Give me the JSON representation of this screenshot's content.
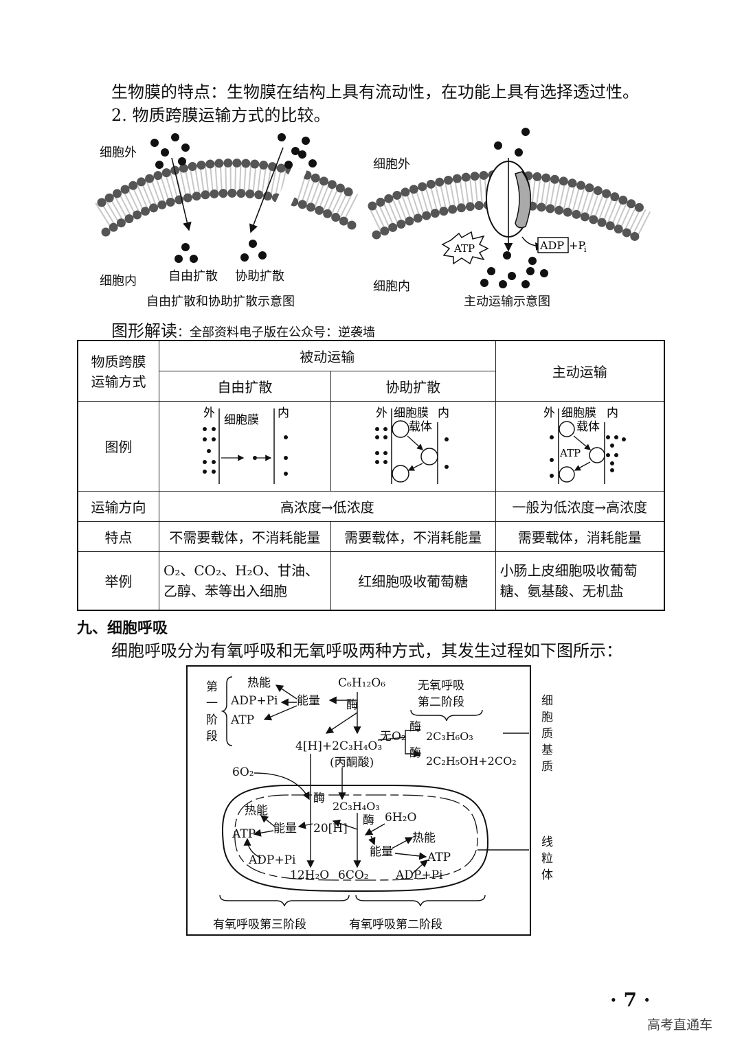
{
  "intro": {
    "line1": "生物膜的特点：生物膜在结构上具有流动性，在功能上具有选择透过性。",
    "line2": "2. 物质跨膜运输方式的比较。"
  },
  "fig_left": {
    "outside": "细胞外",
    "inside": "细胞内",
    "free": "自由扩散",
    "facilitated": "协助扩散",
    "caption": "自由扩散和协助扩散示意图"
  },
  "fig_right": {
    "outside": "细胞外",
    "inside": "细胞内",
    "atp": "ATP",
    "adp": "ADP",
    "pi": "+P",
    "pi_sub": "i",
    "caption": "主动运输示意图"
  },
  "graphic_reading": {
    "label": "图形解读",
    "note": "：全部资料电子版在公众号：逆袭墙"
  },
  "table": {
    "header_method": "物质跨膜运输方式",
    "passive": "被动运输",
    "active": "主动运输",
    "free": "自由扩散",
    "facilitated": "协助扩散",
    "row_diagram": "图例",
    "diag_out": "外",
    "diag_in": "内",
    "diag_membrane": "细胞膜",
    "diag_carrier": "载体",
    "diag_atp": "ATP",
    "row_direction": "运输方向",
    "dir_passive": "高浓度→低浓度",
    "dir_active": "一般为低浓度→高浓度",
    "row_feature": "特点",
    "feat_free": "不需要载体，不消耗能量",
    "feat_facilitated": "需要载体，不消耗能量",
    "feat_active": "需要载体，消耗能量",
    "row_example": "举例",
    "ex_free": "O₂、CO₂、H₂O、甘油、乙醇、苯等出入细胞",
    "ex_facilitated": "红细胞吸收葡萄糖",
    "ex_active": "小肠上皮细胞吸收葡萄糖、氨基酸、无机盐"
  },
  "section9": {
    "title": "九、细胞呼吸",
    "intro": "细胞呼吸分为有氧呼吸和无氧呼吸两种方式，其发生过程如下图所示："
  },
  "resp": {
    "stage1": "第一阶段",
    "heat": "热能",
    "adp_pi": "ADP+Pi",
    "atp": "ATP",
    "energy": "能量",
    "glucose": "C₆H₁₂O₆",
    "enzyme": "酶",
    "anaerobic2": "无氧呼吸第二阶段",
    "no_o2": "无O₂",
    "lactic": "2C₃H₆O₃",
    "ethanol": "2C₂H₅OH+2CO₂",
    "pyruvate": "4[H]+2C₃H₄O₃",
    "pyruvate_cn": "(丙酮酸)",
    "cytoplasm": "细胞质基质",
    "o2": "6O₂",
    "c3h4o3": "2C₃H₄O₃",
    "h2o6": "6H₂O",
    "h20": "20[H]",
    "h2o12": "12H₂O",
    "co2": "6CO₂",
    "mito": "线粒体",
    "aerobic3": "有氧呼吸第三阶段",
    "aerobic2": "有氧呼吸第二阶段"
  },
  "page": {
    "number": "· 7 ·",
    "watermark": "高考直通车"
  }
}
